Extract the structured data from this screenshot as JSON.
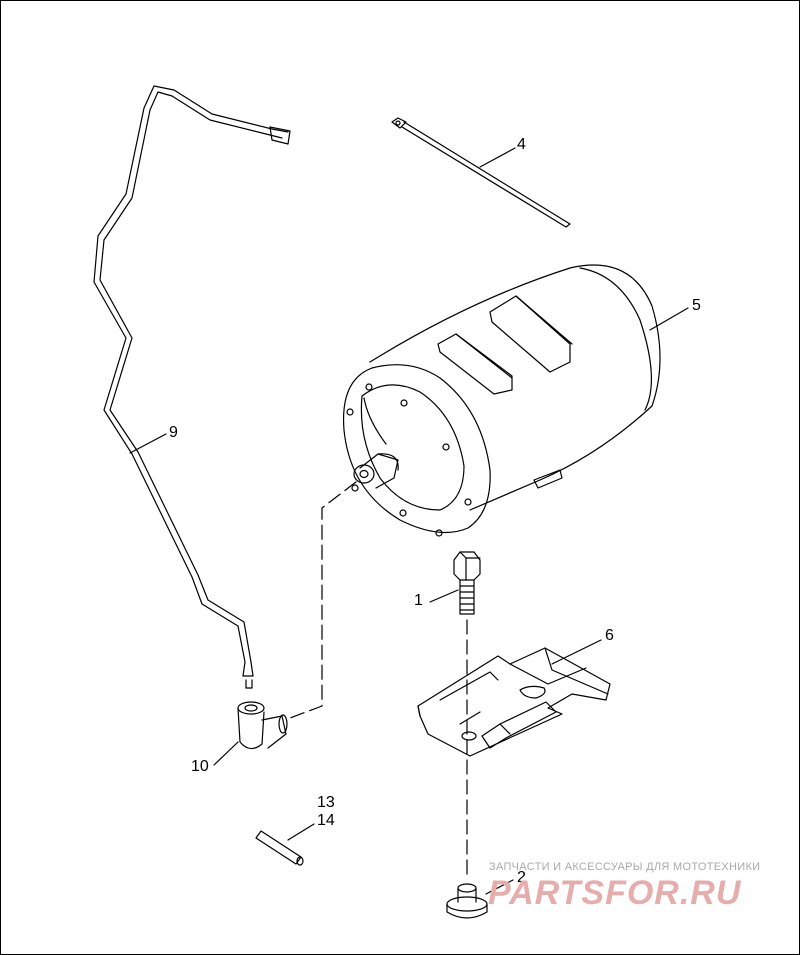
{
  "callouts": {
    "c1": "1",
    "c2": "2",
    "c4": "4",
    "c5": "5",
    "c6": "6",
    "c9": "9",
    "c10": "10",
    "c13": "13",
    "c14": "14"
  },
  "watermark": {
    "tagline": "ЗАПЧАСТИ И АКСЕССУАРЫ ДЛЯ МОТОТЕХНИКИ",
    "logo": "PARTSFOR.RU",
    "color": "#d9534f"
  },
  "colors": {
    "line": "#000000",
    "background": "#ffffff"
  }
}
